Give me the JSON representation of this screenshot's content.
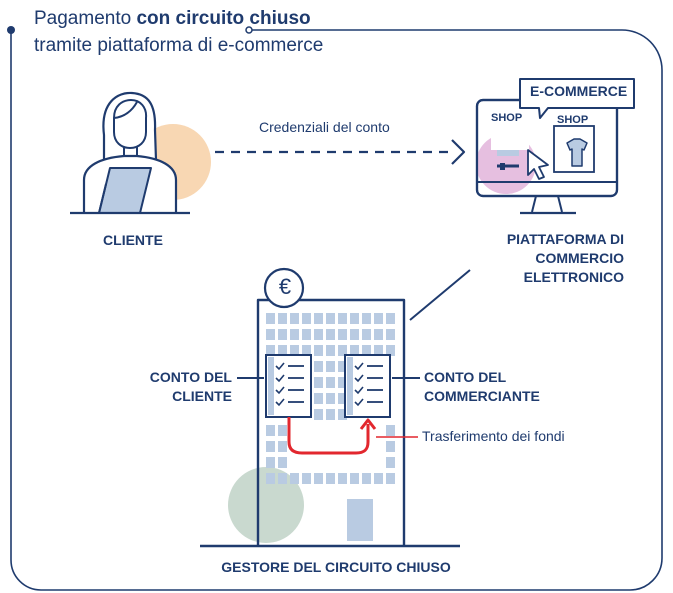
{
  "title": {
    "prefix": "Pagamento ",
    "emphasis": "con circuito chiuso",
    "line2": "tramite piattaforma di e-commerce"
  },
  "actors": {
    "client": "CLIENTE",
    "platform_line1": "PIATTAFORMA DI",
    "platform_line2": "COMMERCIO",
    "platform_line3": "ELETTRONICO",
    "operator": "GESTORE DEL CIRCUITO CHIUSO"
  },
  "flows": {
    "credentials": "Credenziali del conto",
    "transfer": "Trasferimento dei fondi"
  },
  "screen": {
    "banner": "E-COMMERCE",
    "shop_left": "SHOP",
    "shop_right": "SHOP"
  },
  "accounts": {
    "client_line1": "CONTO DEL",
    "client_line2": "CLIENTE",
    "merchant_line1": "CONTO DEL",
    "merchant_line2": "COMMERCIANTE"
  },
  "currency_symbol": "€",
  "colors": {
    "navy": "#1f3b6e",
    "peach": "#f8d7b3",
    "pink": "#e6bfe0",
    "sage": "#c9d9cf",
    "light_blue": "#b9cbe2",
    "red": "#e2272e"
  }
}
